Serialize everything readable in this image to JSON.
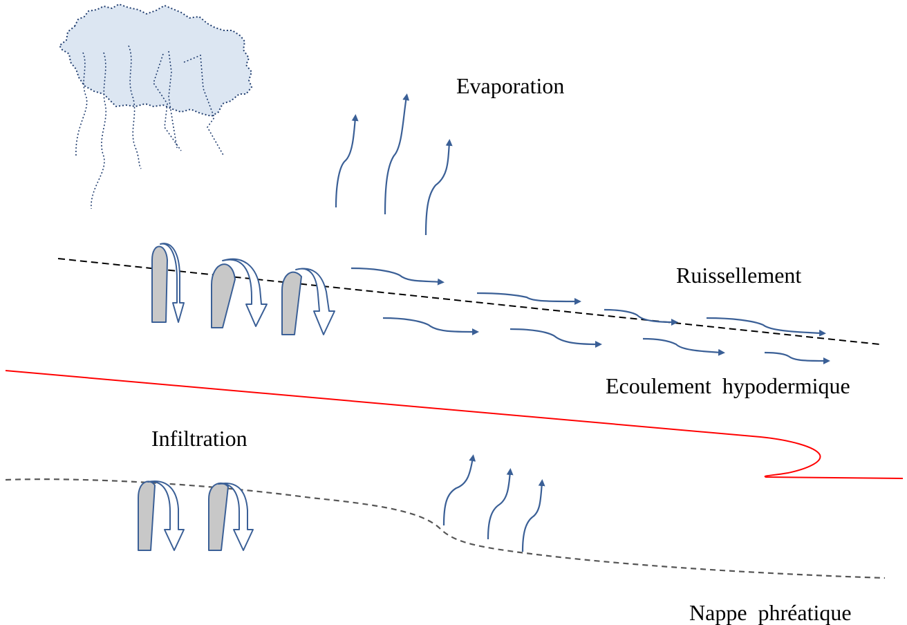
{
  "labels": {
    "evaporation": "Evaporation",
    "ruissellement": "Ruissellement",
    "ecoulement_hypodermique": "Ecoulement  hypodermique",
    "infiltration": "Infiltration",
    "nappe_phreatique": "Nappe  phréatique"
  },
  "colors": {
    "arrow_blue": "#3A5F96",
    "cloud_fill": "#DCE6F2",
    "soil_boundary_red": "#FF0000",
    "ground_surface": "#000000",
    "water_table": "#555555",
    "curved_arrow_fill": "#C8C8C8"
  }
}
